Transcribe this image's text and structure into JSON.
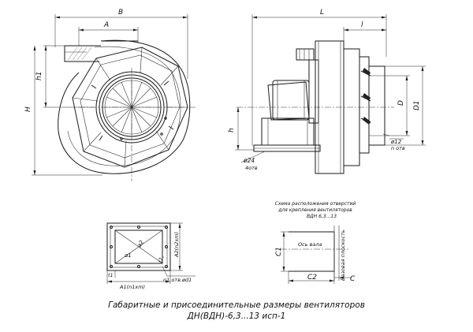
{
  "caption": {
    "line1": "Габаритные и присоединительные размеры вентиляторов",
    "line2": "ДН(ВДН)-6,3...13 исп-1"
  },
  "front_view": {
    "dim_B": "B",
    "dim_A": "A",
    "dim_h1": "h1",
    "dim_H": "H"
  },
  "side_view": {
    "dim_L": "L",
    "dim_l": "l",
    "dim_h": "h",
    "dim_D": "D",
    "dim_D1": "D1",
    "hole_24": "ø24",
    "hole_24_count": "4отв",
    "hole_12": "ø12",
    "hole_12_count": "n отв"
  },
  "flange_view": {
    "dim_A1": "A1(n1xm)",
    "dim_A2": "A2(n2xm)",
    "dim_a1": "a1",
    "dim_a2": "a2",
    "dim_t1": "t1",
    "dim_t2": "t2",
    "holes": "n1 отв.ød1"
  },
  "hole_scheme": {
    "title_line1": "Схема расположения отверстий",
    "title_line2": "для крепления вентиляторов",
    "title_line3": "ВДН 6,3...13",
    "fan_axis": "Ось вала",
    "base_plane": "Базовая плоскость",
    "dim_C1": "C1",
    "dim_C2": "C2",
    "dim_C": "C"
  }
}
